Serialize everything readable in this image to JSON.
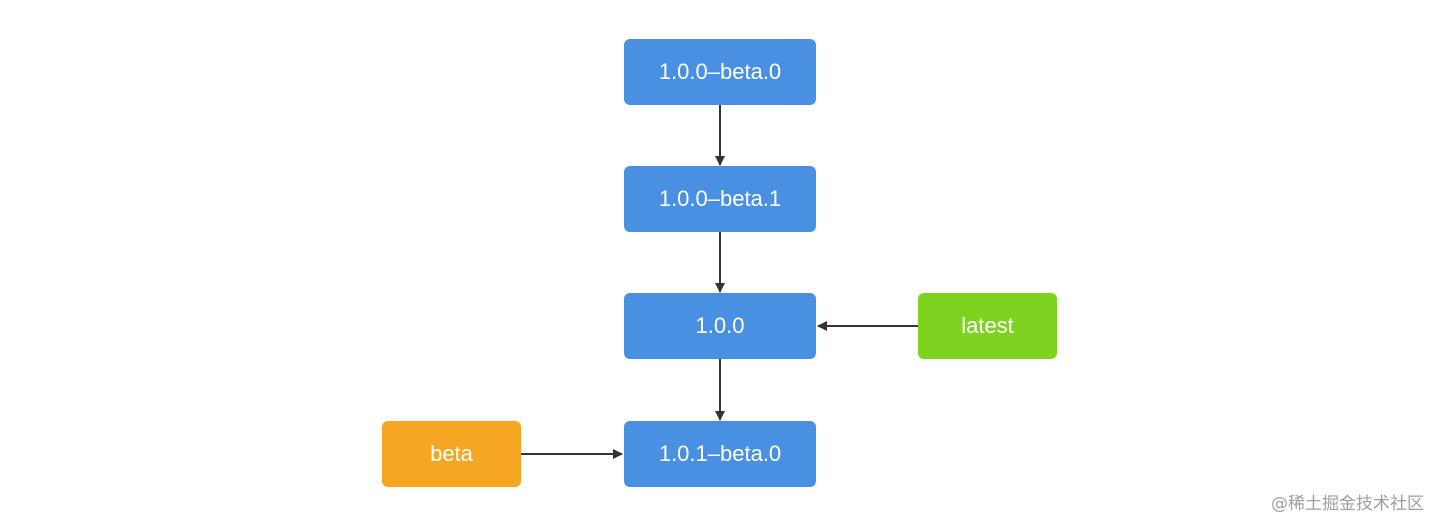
{
  "diagram": {
    "versions": [
      {
        "id": "v1",
        "label": "1.0.0–beta.0"
      },
      {
        "id": "v2",
        "label": "1.0.0–beta.1"
      },
      {
        "id": "v3",
        "label": "1.0.0"
      },
      {
        "id": "v4",
        "label": "1.0.1–beta.0"
      }
    ],
    "tags": [
      {
        "id": "latest",
        "label": "latest",
        "points_to": "v3"
      },
      {
        "id": "beta",
        "label": "beta",
        "points_to": "v4"
      }
    ],
    "edges": [
      {
        "from": "v1",
        "to": "v2"
      },
      {
        "from": "v2",
        "to": "v3"
      },
      {
        "from": "v3",
        "to": "v4"
      },
      {
        "from": "latest",
        "to": "v3"
      },
      {
        "from": "beta",
        "to": "v4"
      }
    ]
  },
  "colors": {
    "version_node": "#4a90e2",
    "latest_tag": "#7ed321",
    "beta_tag": "#f5a623",
    "edge": "#333333",
    "node_text": "#ffffff"
  },
  "watermark": "@稀土掘金技术社区"
}
